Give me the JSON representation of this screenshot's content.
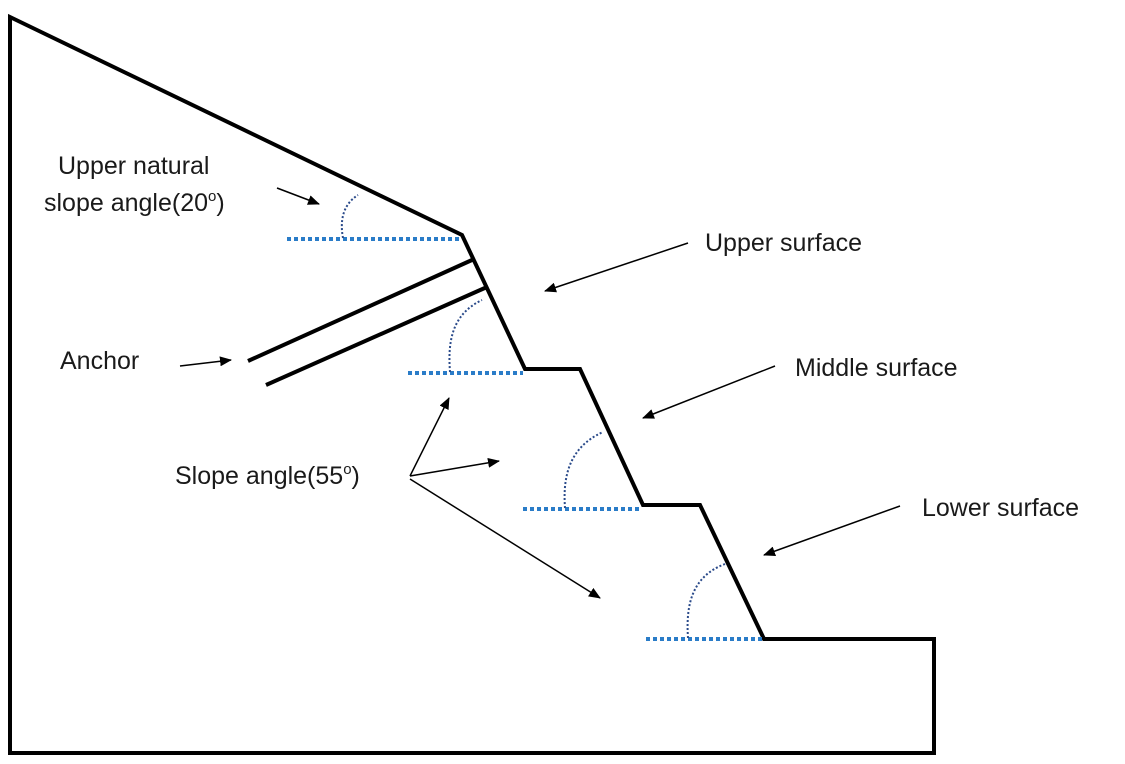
{
  "labels": {
    "upper_natural_line1": "Upper natural",
    "upper_natural_line2": "slope angle(20",
    "upper_natural_sup": "o",
    "upper_natural_close": ")",
    "upper_surface": "Upper surface",
    "anchor": "Anchor",
    "middle_surface": "Middle surface",
    "slope_angle": "Slope angle(55",
    "slope_angle_sup": "o",
    "slope_angle_close": ")",
    "lower_surface": "Lower surface"
  },
  "colors": {
    "outline": "#000000",
    "reference_dotted": "#2a7cc8",
    "angle_arc": "#2a4a8a",
    "text": "#1a1a1a"
  }
}
